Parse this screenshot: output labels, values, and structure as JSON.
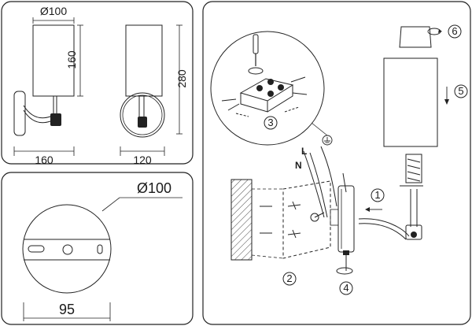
{
  "dimensions": {
    "front_diameter": "Ø100",
    "front_height": "160",
    "front_width": "160",
    "side_height": "280",
    "side_width": "120",
    "base_diameter": "Ø100",
    "base_hole_spacing": "95"
  },
  "steps": {
    "s1": "1",
    "s2": "2",
    "s3": "3",
    "s4": "4",
    "s5": "5",
    "s6": "6"
  },
  "wires": {
    "live": "L",
    "neutral": "N"
  },
  "icons": [
    "ground-icon",
    "screwdriver-icon",
    "rotate-arrow-icon",
    "down-arrow-icon"
  ]
}
